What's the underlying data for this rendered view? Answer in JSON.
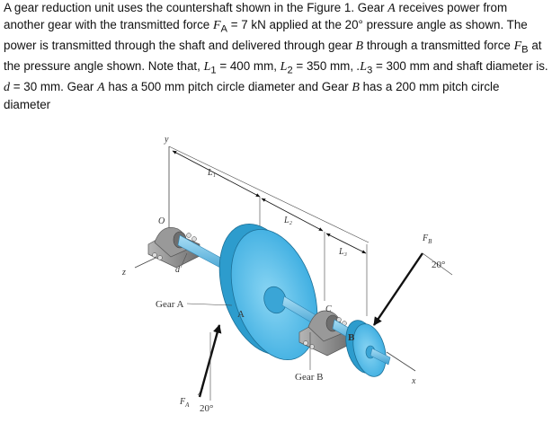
{
  "problem": {
    "text_parts": [
      "A gear reduction unit uses the countershaft shown in the Figure 1. Gear ",
      "A",
      " receives power from another gear with the transmitted force ",
      "F",
      "A",
      " = 7 kN applied at the 20° pressure angle as shown. The power is transmitted through the shaft and delivered through gear ",
      "B",
      " through a transmitted force ",
      "F",
      "B",
      " at the pressure angle shown. Note that, ",
      "L",
      "1",
      " = 400 mm, ",
      "L",
      "2",
      " = 350 mm, ",
      ".L",
      "3",
      " = 300 mm and shaft diameter is. ",
      "d",
      " = 30 mm. Gear ",
      "A",
      " has a 500 mm pitch circle diameter and Gear ",
      "B",
      " has a 200 mm pitch circle diameter"
    ]
  },
  "figure": {
    "labels": {
      "y": "y",
      "z": "z",
      "x": "x",
      "o": "O",
      "d": "d",
      "l1": "L₁",
      "l2": "L₂",
      "l3": "L₃",
      "c": "C",
      "a": "A",
      "b": "B",
      "gear_a": "Gear A",
      "gear_b": "Gear B",
      "fa": "F",
      "fa_sub": "A",
      "fb": "F",
      "fb_sub": "B",
      "angle_a": "20°",
      "angle_b": "20°"
    },
    "colors": {
      "gear": "#5ec3ec",
      "gear_dark": "#2d9ccd",
      "bearing": "#8f8f8f"
    }
  }
}
